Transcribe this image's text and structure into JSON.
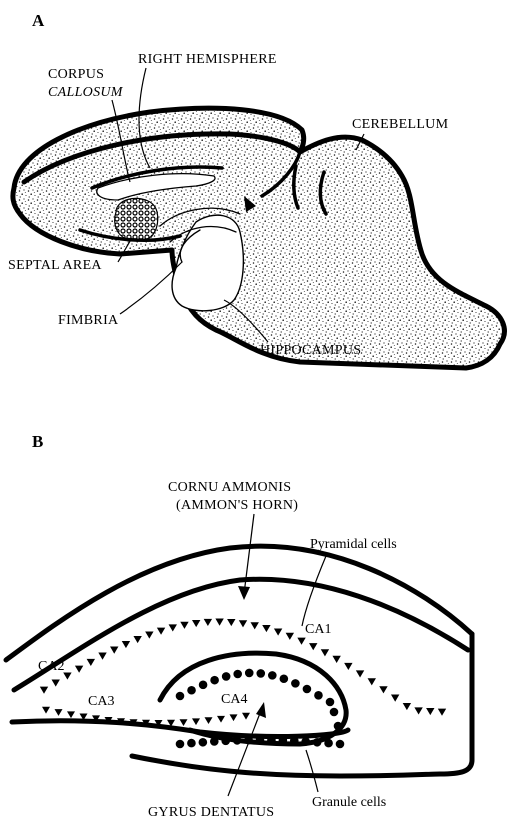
{
  "panel_a": {
    "letter": "A",
    "labels": {
      "right_hemisphere": "RIGHT HEMISPHERE",
      "corpus": "CORPUS",
      "callosum": "CALLOSUM",
      "cerebellum": "CEREBELLUM",
      "septal_area": "SEPTAL AREA",
      "fimbria": "FIMBRIA",
      "hippocampus": "HIPPOCAMPUS"
    }
  },
  "panel_b": {
    "letter": "B",
    "labels": {
      "cornu_ammonis": "CORNU AMMONIS",
      "ammons_horn": "(AMMON'S HORN)",
      "pyramidal_cells": "Pyramidal cells",
      "ca1": "CA1",
      "ca2": "CA2",
      "ca3": "CA3",
      "ca4": "CA4",
      "gyrus_dentatus": "GYRUS DENTATUS",
      "granule_cells": "Granule cells"
    }
  },
  "colors": {
    "ink": "#000000",
    "paper": "#ffffff",
    "stipple": "#1a1a1a"
  }
}
